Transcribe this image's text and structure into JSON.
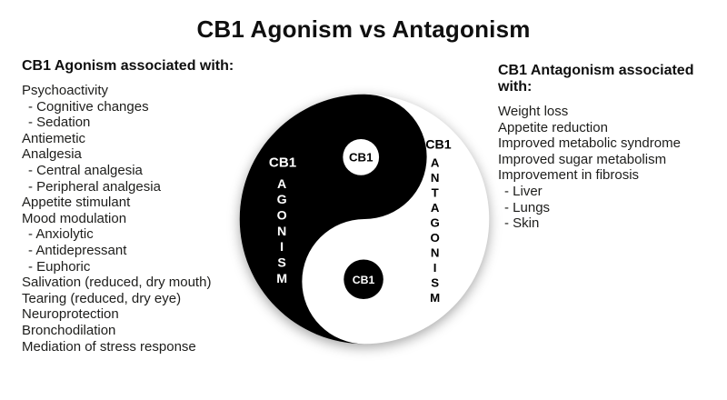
{
  "title": "CB1 Agonism vs Antagonism",
  "left_panel": {
    "heading": "CB1 Agonism associated with:",
    "items": [
      {
        "text": "Psychoactivity",
        "indent": false
      },
      {
        "text": "- Cognitive changes",
        "indent": true
      },
      {
        "text": "- Sedation",
        "indent": true
      },
      {
        "text": "Antiemetic",
        "indent": false
      },
      {
        "text": "Analgesia",
        "indent": false
      },
      {
        "text": "- Central analgesia",
        "indent": true
      },
      {
        "text": "- Peripheral analgesia",
        "indent": true
      },
      {
        "text": "Appetite stimulant",
        "indent": false
      },
      {
        "text": "Mood modulation",
        "indent": false
      },
      {
        "text": "- Anxiolytic",
        "indent": true
      },
      {
        "text": "- Antidepressant",
        "indent": true
      },
      {
        "text": "- Euphoric",
        "indent": true
      },
      {
        "text": "Salivation (reduced, dry mouth)",
        "indent": false
      },
      {
        "text": "Tearing (reduced, dry eye)",
        "indent": false
      },
      {
        "text": "Neuroprotection",
        "indent": false
      },
      {
        "text": "Bronchodilation",
        "indent": false
      },
      {
        "text": "Mediation of stress response",
        "indent": false
      }
    ]
  },
  "right_panel": {
    "heading": "CB1 Antagonism associated with:",
    "items": [
      {
        "text": "Weight loss",
        "indent": false
      },
      {
        "text": "Appetite reduction",
        "indent": false
      },
      {
        "text": "Improved metabolic syndrome",
        "indent": false
      },
      {
        "text": "Improved sugar metabolism",
        "indent": false
      },
      {
        "text": "Improvement in fibrosis",
        "indent": false
      },
      {
        "text": "- Liver",
        "indent": true
      },
      {
        "text": "- Lungs",
        "indent": true
      },
      {
        "text": "- Skin",
        "indent": true
      }
    ]
  },
  "diagram": {
    "type": "yin-yang",
    "black_side_label": "CB1",
    "black_side_vertical": "AGONISM",
    "white_side_label": "CB1",
    "white_side_vertical": "ANTAGONISM",
    "top_dot_label": "CB1",
    "bottom_dot_label": "CB1",
    "colors": {
      "black": "#000000",
      "white": "#ffffff",
      "text": "#1d1d1b"
    }
  }
}
